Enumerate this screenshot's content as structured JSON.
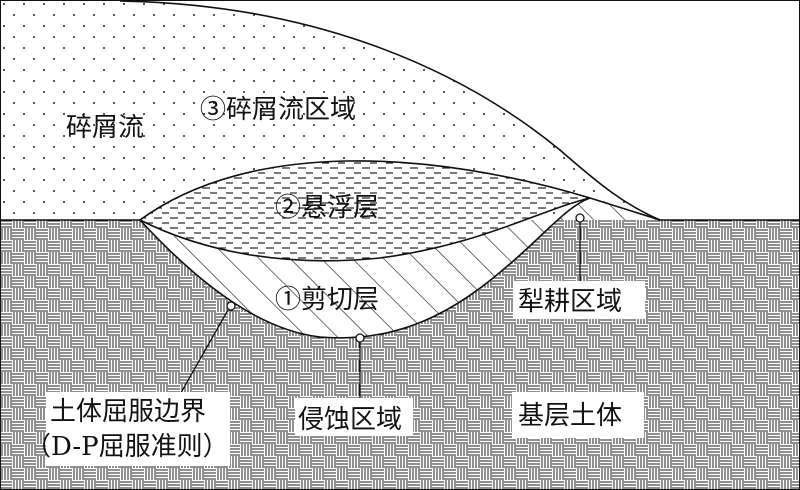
{
  "labels": {
    "debris_flow": "碎屑流",
    "debris_flow_region": "③碎屑流区域",
    "suspension_layer": "②悬浮层",
    "shear_layer": "①剪切层",
    "plough_region": "犁耕区域",
    "yield_boundary": "土体屈服边界",
    "dp_criterion": "（D-P屈服准则）",
    "erosion_region": "侵蚀区域",
    "base_soil": "基层土体"
  },
  "colors": {
    "line": "#111111",
    "label_background": "#ffffff"
  }
}
